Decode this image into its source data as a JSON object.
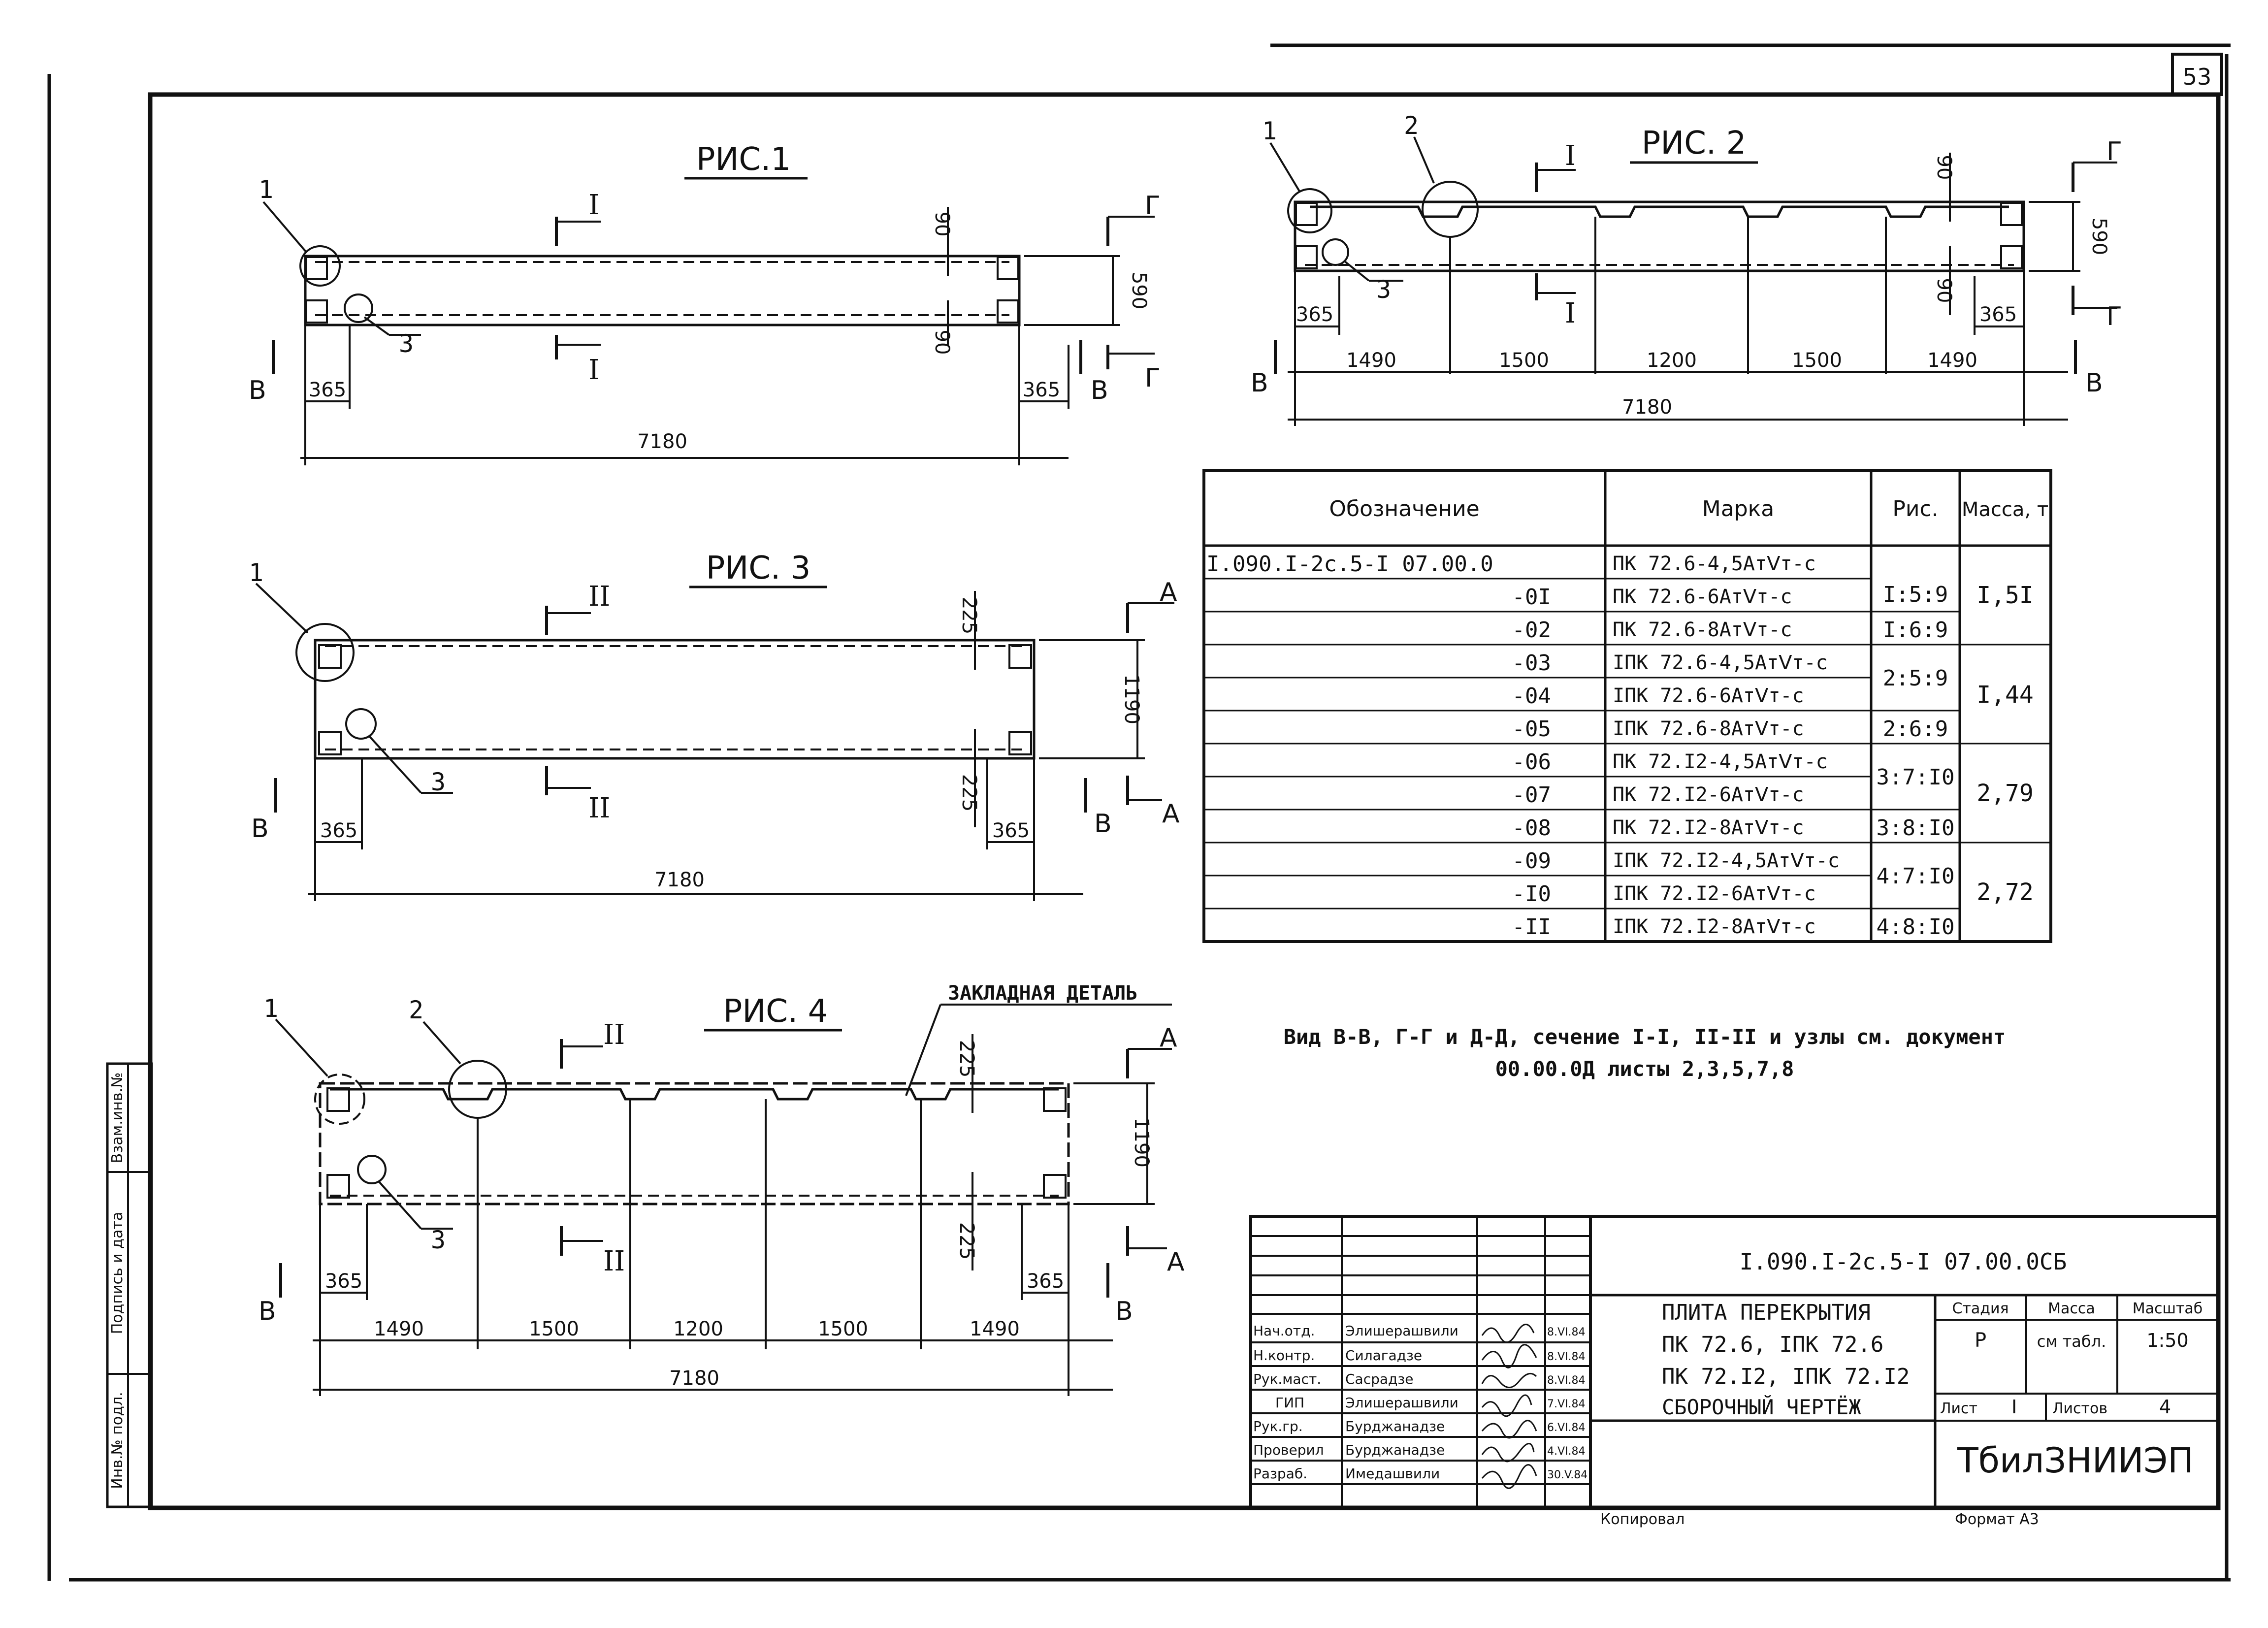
{
  "page_number": "53",
  "figures": [
    {
      "title": "РИС.1",
      "dims": {
        "total": "7180",
        "left": "365",
        "right": "365",
        "height": "590",
        "top": "90",
        "bottom": "90"
      },
      "callouts": [
        "1",
        "3"
      ],
      "sections": [
        "I",
        "I"
      ],
      "views": [
        "В",
        "В",
        "Г",
        "Г"
      ]
    },
    {
      "title": "РИС. 2",
      "dims": {
        "total": "7180",
        "left": "365",
        "right": "365",
        "height": "590",
        "top": "90",
        "bottom": "90",
        "segments": [
          "1490",
          "1500",
          "1200",
          "1500",
          "1490"
        ]
      },
      "callouts": [
        "1",
        "2",
        "3"
      ],
      "sections": [
        "I",
        "I"
      ],
      "views": [
        "В",
        "В",
        "Г",
        "Г"
      ]
    },
    {
      "title": "РИС. 3",
      "dims": {
        "total": "7180",
        "left": "365",
        "right": "365",
        "height": "1190",
        "top": "225",
        "bottom": "225"
      },
      "callouts": [
        "1",
        "3"
      ],
      "sections": [
        "II",
        "II"
      ],
      "views": [
        "В",
        "В",
        "А",
        "А"
      ]
    },
    {
      "title": "РИС. 4",
      "dims": {
        "total": "7180",
        "left": "365",
        "right": "365",
        "height": "1190",
        "top": "225",
        "bottom": "225",
        "segments": [
          "1490",
          "1500",
          "1200",
          "1500",
          "1490"
        ]
      },
      "callouts": [
        "1",
        "2",
        "3"
      ],
      "sections": [
        "II",
        "II"
      ],
      "views": [
        "В",
        "В",
        "А",
        "А"
      ],
      "note": "ЗАКЛАДНАЯ ДЕТАЛЬ"
    }
  ],
  "spec_table": {
    "headers": [
      "Обозначение",
      "Марка",
      "Рис.",
      "Масса, т"
    ],
    "rows": [
      {
        "code": "I.090.I-2с.5-I  07.00.0",
        "mark": "ПК 72.6-4,5АтⅤт-с"
      },
      {
        "code": "-0I",
        "mark": "ПК 72.6-6АтⅤт-с"
      },
      {
        "code": "-02",
        "mark": "ПК 72.6-8АтⅤт-с"
      },
      {
        "code": "-03",
        "mark": "IПК 72.6-4,5АтⅤт-с"
      },
      {
        "code": "-04",
        "mark": "IПК 72.6-6АтⅤт-с"
      },
      {
        "code": "-05",
        "mark": "IПК 72.6-8АтⅤт-с"
      },
      {
        "code": "-06",
        "mark": "ПК 72.I2-4,5АтⅤт-с"
      },
      {
        "code": "-07",
        "mark": "ПК 72.I2-6АтⅤт-с"
      },
      {
        "code": "-08",
        "mark": "ПК 72.I2-8АтⅤт-с"
      },
      {
        "code": "-09",
        "mark": "IПК 72.I2-4,5АтⅤт-с"
      },
      {
        "code": "-I0",
        "mark": "IПК 72.I2-6АтⅤт-с"
      },
      {
        "code": "-II",
        "mark": "IПК 72.I2-8АтⅤт-с"
      }
    ],
    "ris_groups": [
      "I:5:9",
      "I:6:9",
      "2:5:9",
      "2:6:9",
      "3:7:I0",
      "3:8:I0",
      "4:7:I0",
      "4:8:I0"
    ],
    "mass_groups": [
      "I,5I",
      "I,44",
      "2,79",
      "2,72"
    ]
  },
  "note": {
    "line1": "Вид В-В, Г-Г и Д-Д, сечение I-I, II-II и узлы см. документ",
    "line2": "00.00.0Д  листы 2,3,5,7,8"
  },
  "title_block": {
    "doc_code": "I.090.I-2с.5-I  07.00.0СБ",
    "title_lines": [
      "ПЛИТА ПЕРЕКРЫТИЯ",
      "ПК 72.6, IПК 72.6",
      "ПК 72.I2, IПК 72.I2",
      "СБОРОЧНЫЙ ЧЕРТЁЖ"
    ],
    "stage_label": "Стадия",
    "stage": "Р",
    "mass_label": "Масса",
    "mass": "см табл.",
    "scale_label": "Масштаб",
    "scale": "1:50",
    "sheet_label": "Лист",
    "sheet": "I",
    "sheets_label": "Листов",
    "sheets": "4",
    "org": "ТбилЗНИИЭП",
    "roles": [
      {
        "role": "Нач.отд.",
        "name": "Элишерашвили",
        "date": "8.VI.84"
      },
      {
        "role": "Н.контр.",
        "name": "Силагадзе",
        "date": "8.VI.84"
      },
      {
        "role": "Рук.маст.",
        "name": "Сасрадзе",
        "date": "8.VI.84"
      },
      {
        "role": "ГИП",
        "name": "Элишерашвили",
        "date": "7.VI.84"
      },
      {
        "role": "Рук.гр.",
        "name": "Бурджанадзе",
        "date": "6.VI.84"
      },
      {
        "role": "Проверил",
        "name": "Бурджанадзе",
        "date": "4.VI.84"
      },
      {
        "role": "Разраб.",
        "name": "Имедашвили",
        "date": "30.V.84"
      }
    ]
  },
  "side_stamp": [
    "Инв.№ подл.",
    "Подпись и дата",
    "Взам.инв.№"
  ],
  "footer": {
    "left": "Копировал",
    "right": "Формат А3"
  }
}
